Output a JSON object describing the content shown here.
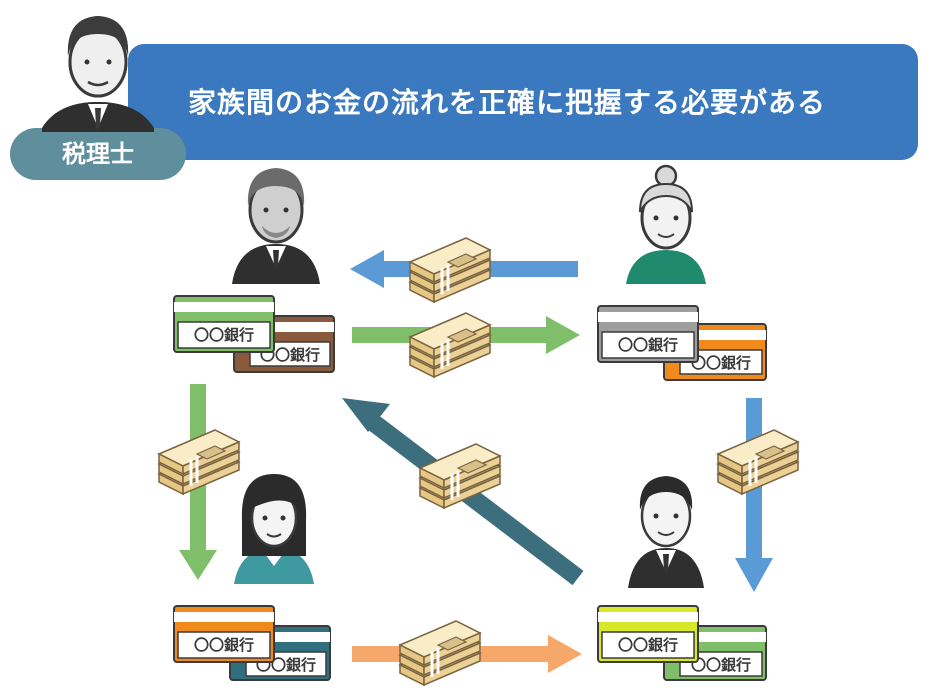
{
  "banner": {
    "title": "家族間のお金の流れを正確に把握する必要がある"
  },
  "advisor": {
    "role_label": "税理士"
  },
  "accounts": {
    "grandfather_front": "〇〇銀行",
    "grandfather_back": "〇〇銀行",
    "grandmother_front": "〇〇銀行",
    "grandmother_back": "〇〇銀行",
    "mother_front": "〇〇銀行",
    "mother_back": "〇〇銀行",
    "father_front": "〇〇銀行",
    "father_back": "〇〇銀行"
  },
  "colors": {
    "banner": "#3a78c0",
    "role_pill": "#5f8e9c",
    "arrow_blue": "#5b9bd5",
    "arrow_green": "#7fbf69",
    "arrow_teal": "#3d6e7e",
    "arrow_orange": "#f5a86a",
    "card_green": "#7fbf69",
    "card_brown": "#8a5a3c",
    "card_gray": "#9e9e9e",
    "card_orange": "#f08a1c",
    "card_teal": "#2f6f7e",
    "card_lime": "#d6e829"
  },
  "icons": [
    "advisor-icon",
    "grandfather-icon",
    "grandmother-icon",
    "mother-icon",
    "father-icon",
    "bank-card-icon",
    "money-bundle-icon"
  ]
}
